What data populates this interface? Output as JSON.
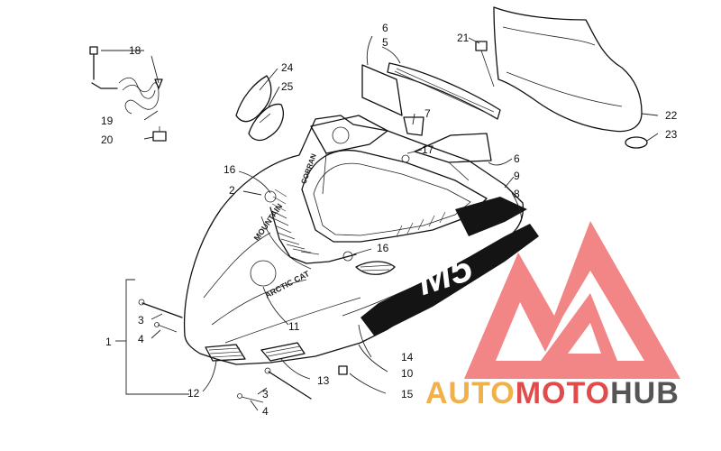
{
  "diagram": {
    "callouts": [
      "1",
      "2",
      "3",
      "4",
      "5",
      "6",
      "7",
      "8",
      "9",
      "10",
      "11",
      "12",
      "13",
      "14",
      "15",
      "16",
      "17",
      "18",
      "19",
      "20",
      "21",
      "22",
      "23",
      "24",
      "25"
    ],
    "decal_text": {
      "side_large": "M5",
      "hood_top": "CORRAN",
      "hood_left": "MOUNTAIN",
      "hood_front": "ARCTIC CAT"
    }
  },
  "watermark": {
    "part1": "AUTO",
    "part2": "MOTO",
    "part3": "HUB",
    "colors": {
      "part1": "#f2b04a",
      "part2": "#e24b4b",
      "part3": "#555555",
      "logo": "#f07070"
    }
  }
}
